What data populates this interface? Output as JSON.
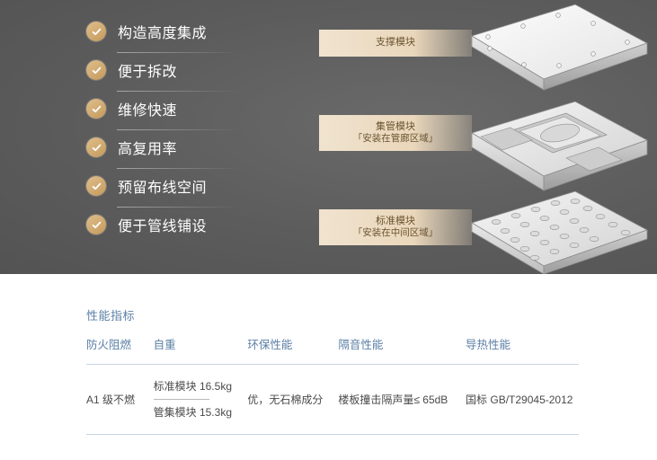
{
  "hero": {
    "features": [
      {
        "label": "构造高度集成",
        "icon": "check-icon"
      },
      {
        "label": "便于拆改",
        "icon": "check-icon"
      },
      {
        "label": "维修快速",
        "icon": "check-icon"
      },
      {
        "label": "高复用率",
        "icon": "check-icon"
      },
      {
        "label": "预留布线空间",
        "icon": "check-icon"
      },
      {
        "label": "便于管线铺设",
        "icon": "check-icon"
      }
    ],
    "diagram": {
      "tags": [
        {
          "id": "support",
          "line1": "支撑模块",
          "line2": ""
        },
        {
          "id": "manifold",
          "line1": "集管模块",
          "line2": "「安装在管廊区域」"
        },
        {
          "id": "standard",
          "line1": "标准模块",
          "line2": "「安装在中间区域」"
        }
      ]
    }
  },
  "spec": {
    "title": "性能指标",
    "headers": [
      "防火阻燃",
      "自重",
      "环保性能",
      "隔音性能",
      "导热性能"
    ],
    "row": {
      "fire": "A1 级不燃",
      "weight_lines": [
        "标准模块 16.5kg",
        "管集模块 15.3kg"
      ],
      "eco": "优，无石棉成分",
      "sound": "楼板撞击隔声量≤ 65dB",
      "thermal": "国标 GB/T29045-2012"
    }
  },
  "colors": {
    "hero_bg": "#5d5d5d",
    "accent_gold": "#cfa76c",
    "accent_blue": "#5b7fa6",
    "tag_bg": "#ead7bb"
  }
}
